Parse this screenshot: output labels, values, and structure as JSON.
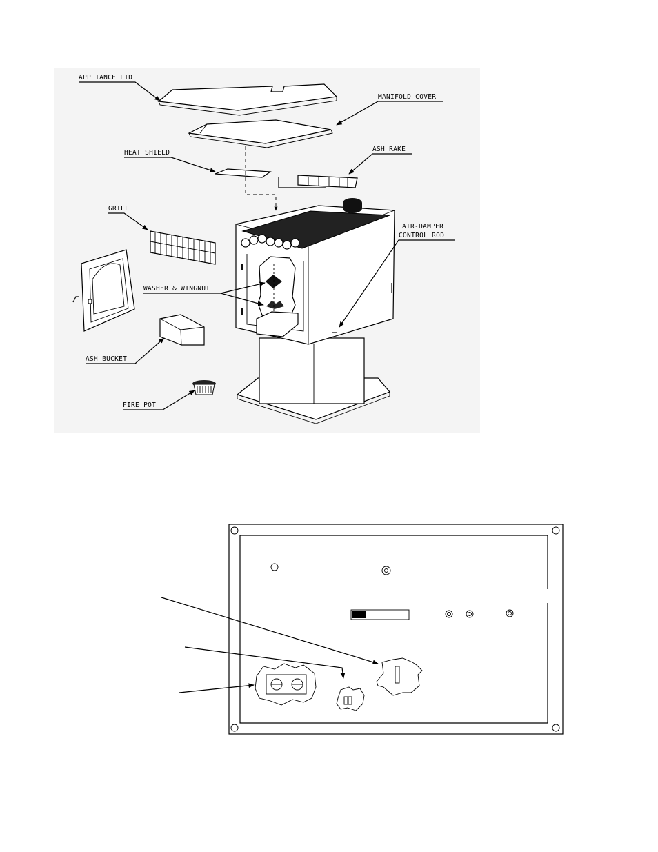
{
  "exploded_view": {
    "labels": {
      "appliance_lid": "APPLIANCE LID",
      "manifold_cover": "MANIFOLD COVER",
      "heat_shield": "HEAT SHIELD",
      "ash_rake": "ASH RAKE",
      "grill": "GRILL",
      "air_damper_line1": "AIR-DAMPER",
      "air_damper_line2": "CONTROL ROD",
      "washer_wingnut": "WASHER & WINGNUT",
      "ash_bucket": "ASH BUCKET",
      "fire_pot": "FIRE POT"
    }
  },
  "control_panel": {
    "labels": []
  }
}
